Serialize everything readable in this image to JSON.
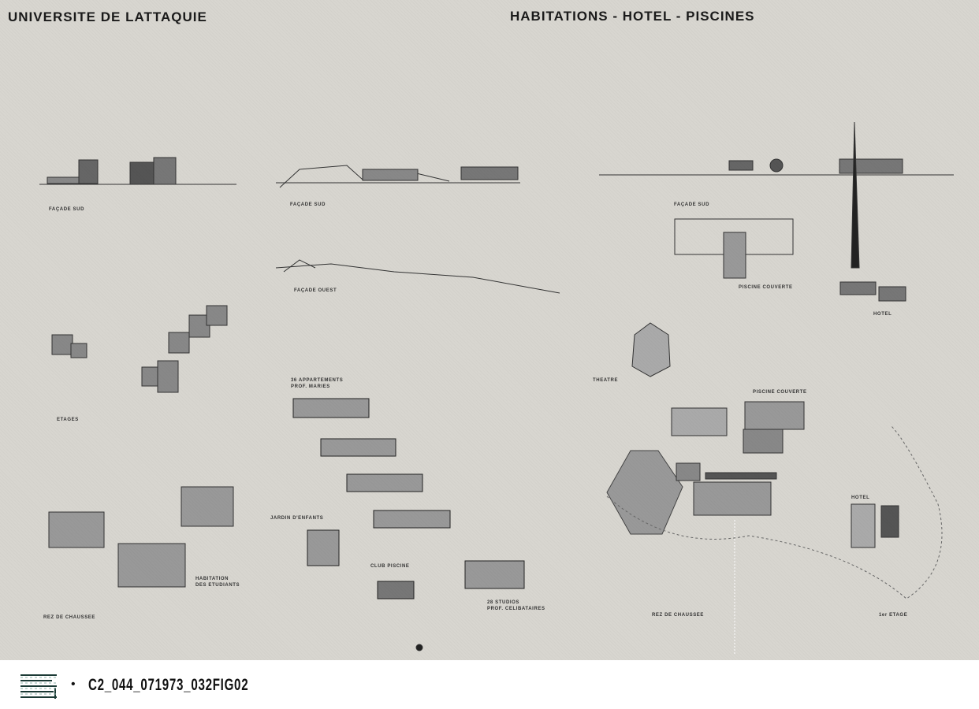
{
  "header": {
    "left_title": "UNIVERSITE DE LATTAQUIE",
    "right_title": "HABITATIONS - HOTEL - PISCINES"
  },
  "labels": [
    "FAÇADE SUD",
    "FAÇADE SUD",
    "FAÇADE SUD",
    "FAÇADE OUEST",
    "PISCINE COUVERTE",
    "HOTEL",
    "ETAGES",
    "THEATRE",
    "36 APPARTEMENTS\nPROF. MARIES",
    "PISCINE COUVERTE",
    "JARDIN D'ENFANTS",
    "CLUB PISCINE",
    "HABITATION\nDES ETUDIANTS",
    "28 STUDIOS\nPROF. CELIBATAIRES",
    "REZ DE CHAUSSEE",
    "REZ DE CHAUSSEE",
    "HOTEL",
    "1er ETAGE"
  ],
  "footer": {
    "bullet": "•",
    "figure_id": "C2_044_071973_032FIG02"
  },
  "colors": {
    "paper": "#d8d6d0",
    "ink": "#1a1a1a"
  }
}
